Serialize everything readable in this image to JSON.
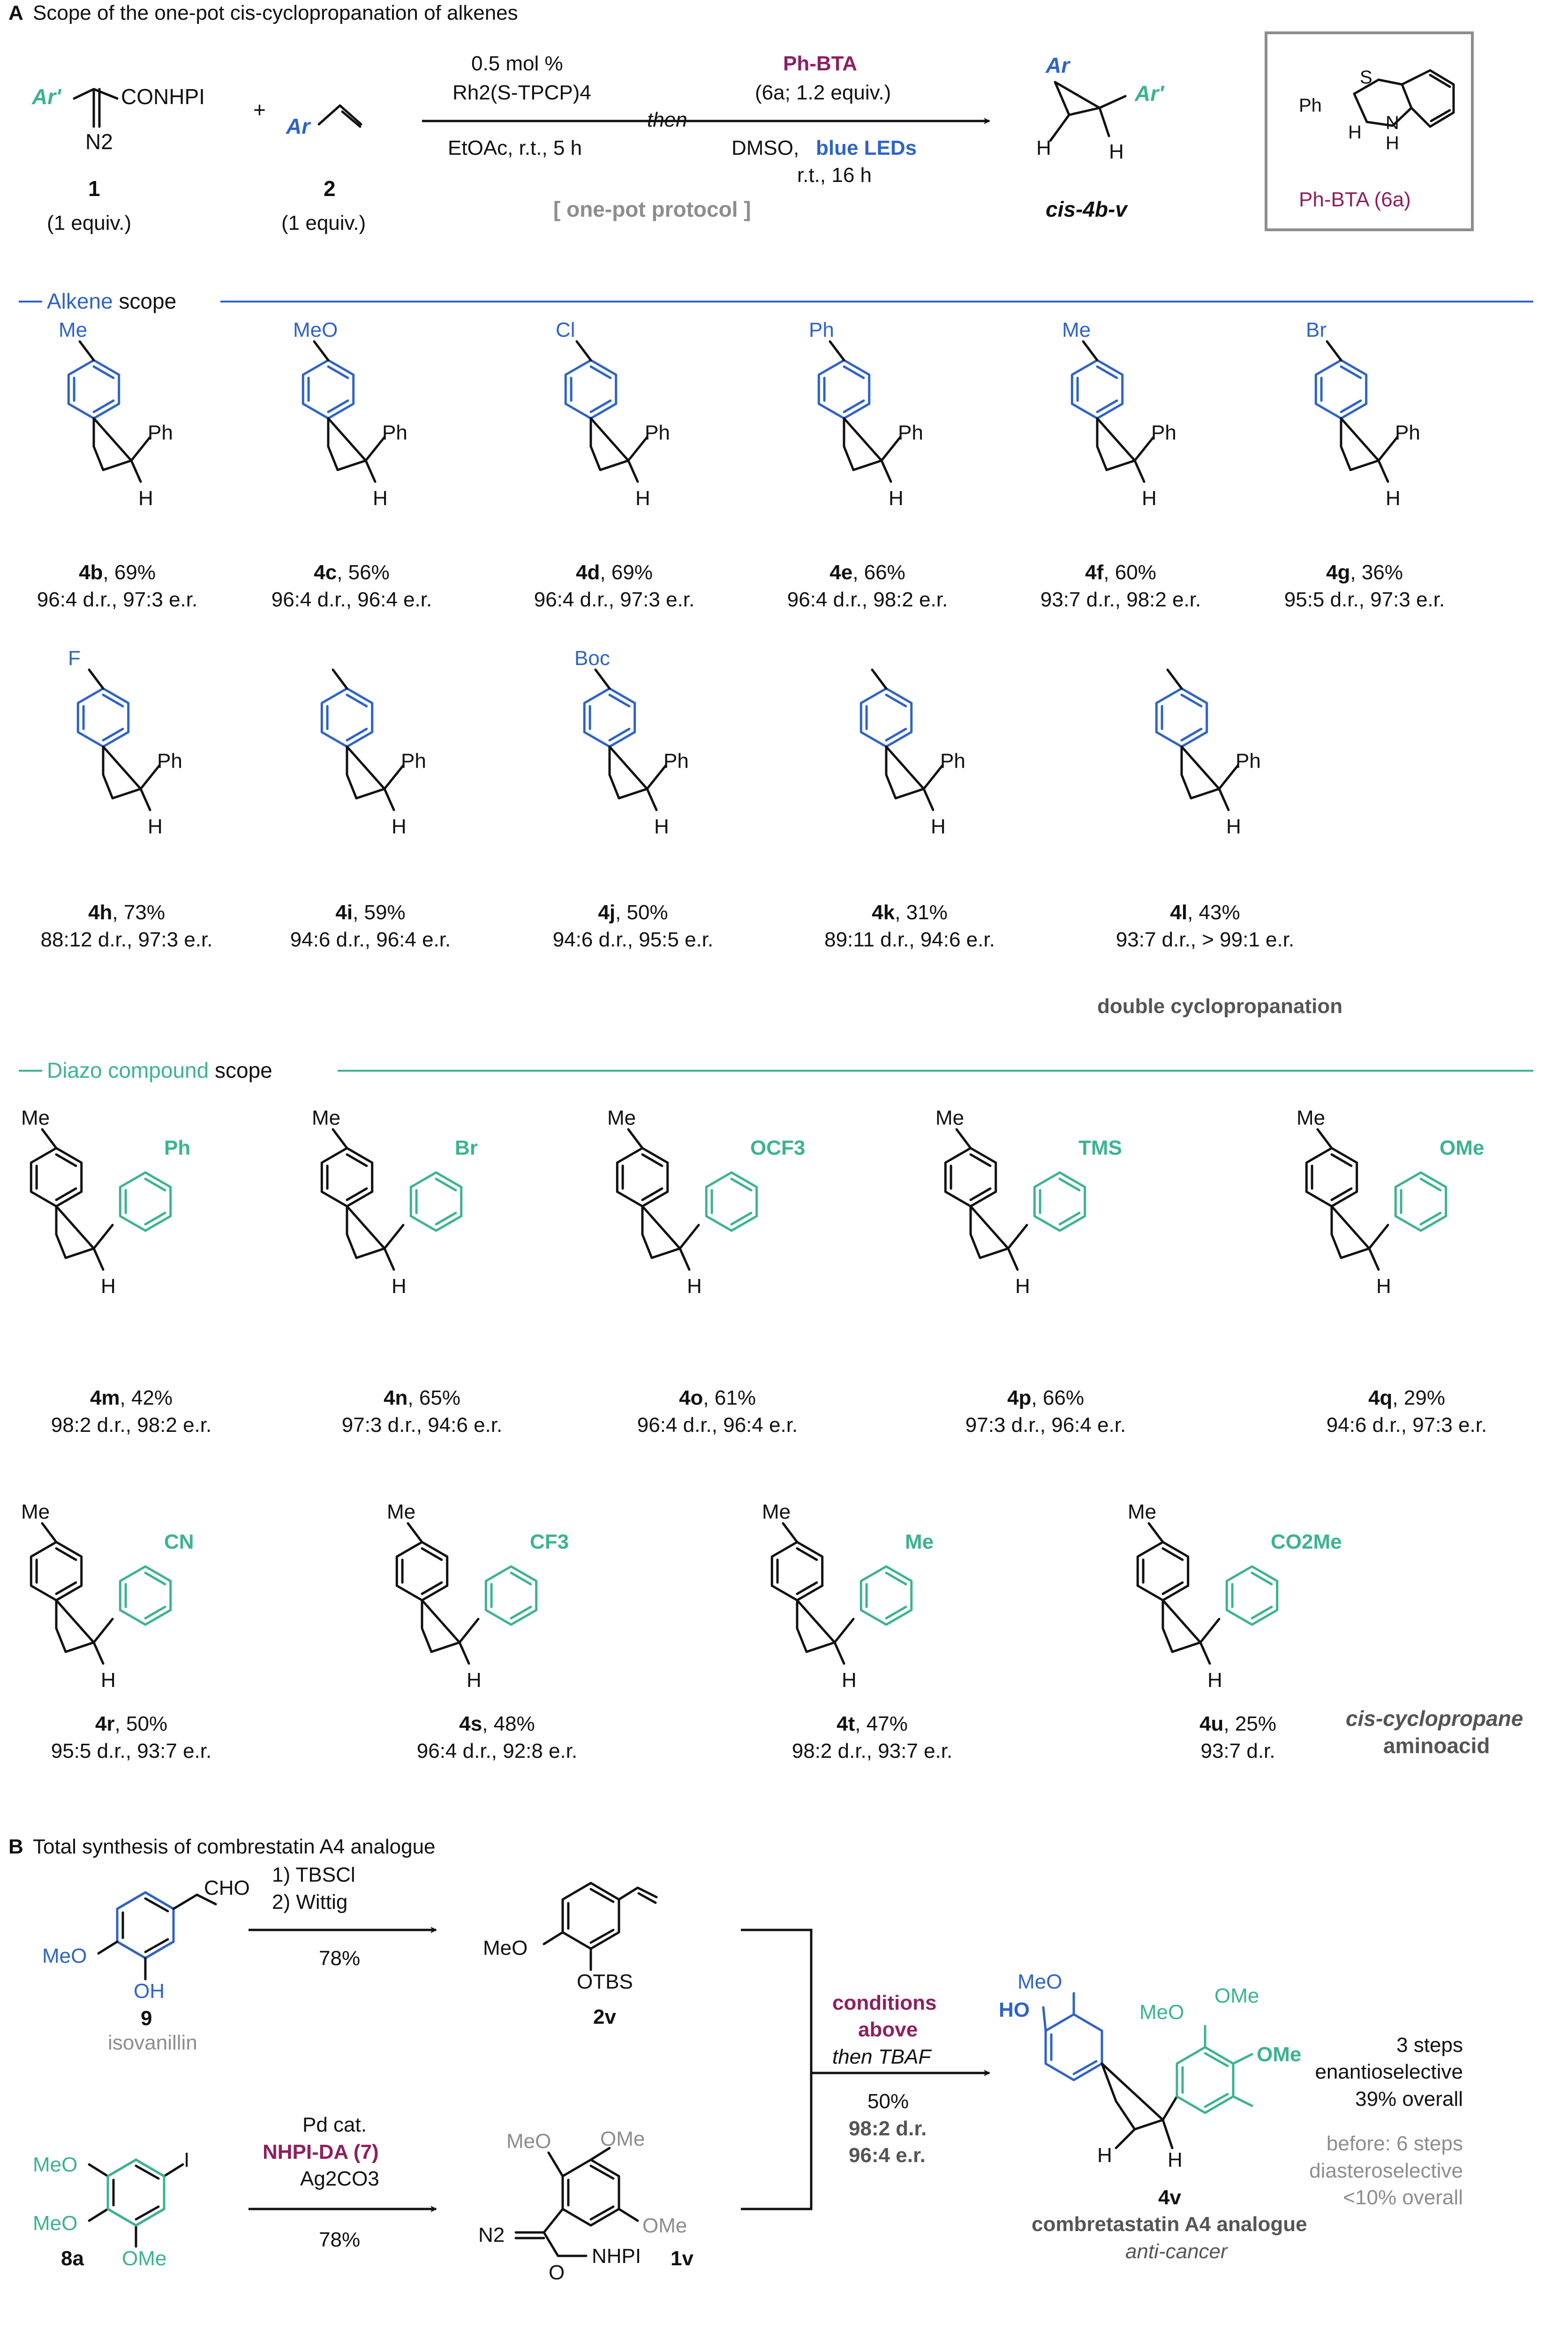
{
  "colors": {
    "alkene": "#2f63c6",
    "diazo": "#3cb390",
    "reagent": "#8e1f5e",
    "muted": "#8d8d8d"
  },
  "sectionA": {
    "label": "A",
    "title": "Scope of the one-pot cis-cyclopropanation of alkenes",
    "scheme": {
      "r1_sub_ar": "Ar'",
      "r1_sub_conhpi": "CONHPI",
      "r1_n2": "N2",
      "r1_id": "1",
      "r1_eq": "(1 equiv.)",
      "plus": "+",
      "r2_ar": "Ar",
      "r2_id": "2",
      "r2_eq": "(1 equiv.)",
      "cond1_a": "0.5 mol %",
      "cond1_b": "Rh2(S-TPCP)4",
      "cond1_c": "EtOAc, r.t., 5 h",
      "then": "then",
      "cond2_a": "Ph-BTA",
      "cond2_b": "(6a; 1.2 equiv.)",
      "cond2_c": "DMSO,",
      "cond2_c2": "blue LEDs",
      "cond2_d": "r.t., 16 h",
      "onepot": "[ one-pot protocol ]",
      "prod_ar": "Ar",
      "prod_ar2": "Ar'",
      "prod_h": "H",
      "prod_label": "cis-4b-v",
      "box_ph": "Ph",
      "box_s": "S",
      "box_n": "N",
      "box_h": "H",
      "box_label": "Ph-BTA (6a)"
    },
    "alkene_header": {
      "colored": "Alkene",
      "rest": " scope"
    },
    "diazo_header": {
      "colored": "Diazo compound",
      "rest": " scope"
    },
    "alkene_compounds": [
      {
        "id": "4b",
        "yield": ", 69%",
        "sel": "96:4 d.r., 97:3 e.r.",
        "sub": "Me"
      },
      {
        "id": "4c",
        "yield": ", 56%",
        "sel": "96:4 d.r., 96:4 e.r.",
        "sub": "MeO"
      },
      {
        "id": "4d",
        "yield": ", 69%",
        "sel": "96:4 d.r., 97:3 e.r.",
        "sub": "Cl"
      },
      {
        "id": "4e",
        "yield": ", 66%",
        "sel": "96:4 d.r., 98:2 e.r.",
        "sub": "Ph"
      },
      {
        "id": "4f",
        "yield": ", 60%",
        "sel": "93:7 d.r., 98:2 e.r.",
        "sub": "Me"
      },
      {
        "id": "4g",
        "yield": ", 36%",
        "sel": "95:5 d.r., 97:3 e.r.",
        "sub": "Br"
      },
      {
        "id": "4h",
        "yield": ", 73%",
        "sel": "88:12 d.r., 97:3 e.r.",
        "sub": "F"
      },
      {
        "id": "4i",
        "yield": ", 59%",
        "sel": "94:6 d.r., 96:4 e.r.",
        "sub": ""
      },
      {
        "id": "4j",
        "yield": ", 50%",
        "sel": "94:6 d.r., 95:5 e.r.",
        "sub": "Boc"
      },
      {
        "id": "4k",
        "yield": ", 31%",
        "sel": "89:11 d.r., 94:6 e.r.",
        "sub": ""
      },
      {
        "id": "4l",
        "yield": ", 43%",
        "sel": "93:7 d.r., > 99:1 e.r.",
        "sub": ""
      }
    ],
    "double_note": "double cyclopropanation",
    "diazo_compounds": [
      {
        "id": "4m",
        "yield": ", 42%",
        "sel": "98:2 d.r., 98:2 e.r.",
        "sub": "Ph"
      },
      {
        "id": "4n",
        "yield": ", 65%",
        "sel": "97:3 d.r., 94:6 e.r.",
        "sub": "Br"
      },
      {
        "id": "4o",
        "yield": ", 61%",
        "sel": "96:4 d.r., 96:4 e.r.",
        "sub": "OCF3"
      },
      {
        "id": "4p",
        "yield": ", 66%",
        "sel": "97:3 d.r., 96:4 e.r.",
        "sub": "TMS"
      },
      {
        "id": "4q",
        "yield": ", 29%",
        "sel": "94:6 d.r., 97:3 e.r.",
        "sub": "OMe"
      },
      {
        "id": "4r",
        "yield": ", 50%",
        "sel": "95:5 d.r., 93:7 e.r.",
        "sub": "CN"
      },
      {
        "id": "4s",
        "yield": ", 48%",
        "sel": "96:4 d.r., 92:8 e.r.",
        "sub": "CF3"
      },
      {
        "id": "4t",
        "yield": ", 47%",
        "sel": "98:2 d.r., 93:7 e.r.",
        "sub": "Me"
      },
      {
        "id": "4u",
        "yield": ", 25%",
        "sel": "93:7 d.r.",
        "sub": "CO2Me"
      }
    ],
    "aminoacid_note_1": "cis-cyclopropane",
    "aminoacid_note_2": "aminoacid",
    "atoms": {
      "me": "Me",
      "meo": "MeO",
      "ph": "Ph",
      "h": "H",
      "n": "N",
      "o": "O",
      "tbs_o": "OTBS",
      "ome": "OMe"
    }
  },
  "sectionB": {
    "label": "B",
    "title": "Total synthesis of combrestatin A4 analogue",
    "cmp9": {
      "cho": "CHO",
      "meo": "MeO",
      "oh": "OH",
      "id": "9",
      "name": "isovanillin"
    },
    "step1": {
      "a": "1) TBSCl",
      "b": "2) Wittig",
      "yield": "78%"
    },
    "cmp2v": {
      "meo": "MeO",
      "otbs": "OTBS",
      "id": "2v"
    },
    "cmp8a": {
      "meo1": "MeO",
      "meo2": "MeO",
      "ome": "OMe",
      "i": "I",
      "id": "8a"
    },
    "step2": {
      "a": "Pd cat.",
      "b": "NHPI-DA (7)",
      "c": "Ag2CO3",
      "yield": "78%"
    },
    "cmp1v": {
      "meo": "MeO",
      "ome1": "OMe",
      "ome2": "OMe",
      "n2": "N2",
      "o": "O",
      "nhpi": "NHPI",
      "id": "1v"
    },
    "step3": {
      "a": "conditions",
      "b": "above",
      "c": "then TBAF",
      "yield": "50%",
      "dr": "98:2 d.r.",
      "er": "96:4 e.r."
    },
    "cmp4v": {
      "meo": "MeO",
      "ho": "HO",
      "meo2": "MeO",
      "ome1": "OMe",
      "ome2": "OMe",
      "h": "H",
      "id": "4v",
      "name": "combretastatin A4 analogue",
      "use": "anti-cancer"
    },
    "summary": {
      "a": "3 steps",
      "b": "enantioselective",
      "c": "39% overall"
    },
    "before": {
      "a": "before: 6 steps",
      "b": "diasteroselective",
      "c": "<10% overall"
    }
  }
}
